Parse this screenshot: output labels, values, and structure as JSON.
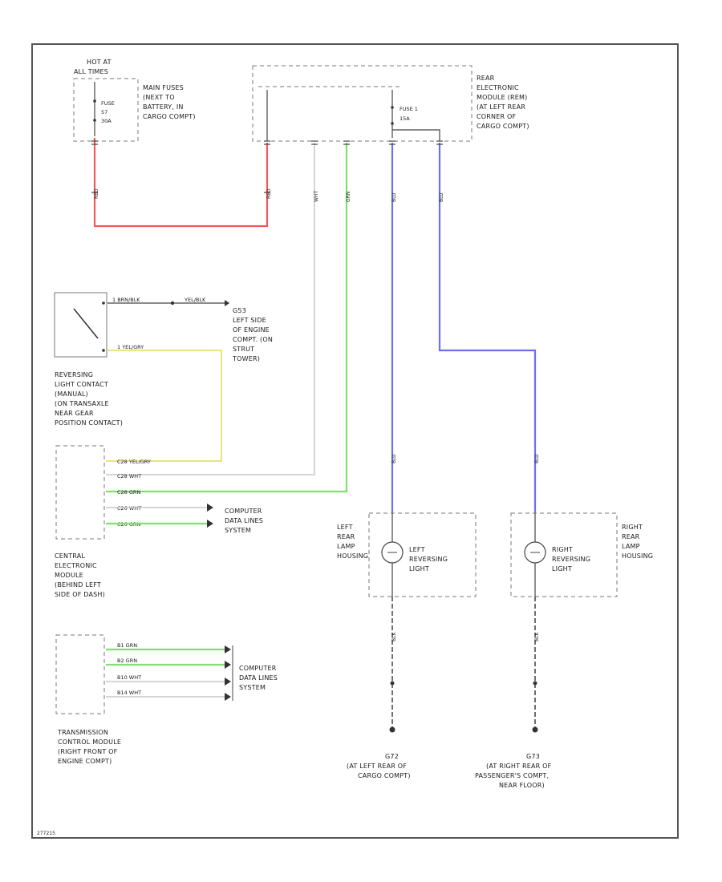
{
  "hot_at_all_times": [
    "HOT AT",
    "ALL TIMES"
  ],
  "fuse_box_main": [
    "MAIN FUSES",
    "(NEXT TO",
    "BATTERY, IN",
    "CARGO COMPT)"
  ],
  "fuse_box_main_fuse": [
    "FUSE",
    "57",
    "30A"
  ],
  "rem_module": [
    "REAR",
    "ELECTRONIC",
    "MODULE (REM)",
    "(AT LEFT REAR",
    "CORNER OF",
    "CARGO COMPT)"
  ],
  "rem_fuse": [
    "FUSE 1",
    "15A"
  ],
  "ground_g53": [
    "G53",
    "LEFT SIDE",
    "OF ENGINE",
    "COMPT. (ON",
    "STRUT",
    "TOWER)"
  ],
  "reversing_switch": [
    "REVERSING",
    "LIGHT CONTACT",
    "(MANUAL)",
    "(ON TRANSAXLE",
    "NEAR GEAR",
    "POSITION CONTACT)"
  ],
  "switch_wires": {
    "top": "1 BRN/BLK",
    "top2": "YEL/BLK",
    "bottom": "1 YEL/GRY"
  },
  "cem": [
    "CENTRAL",
    "ELECTRONIC",
    "MODULE",
    "(BEHIND LEFT",
    "SIDE OF DASH)"
  ],
  "cem_pins": [
    "C28  YEL/GRY",
    "C28  WHT",
    "C28  GRN",
    "C26  WHT",
    "C26  GRN"
  ],
  "computer_data_lines_1": [
    "COMPUTER",
    "DATA LINES",
    "SYSTEM"
  ],
  "tcm": [
    "TRANSMISSION",
    "CONTROL MODULE",
    "(RIGHT FRONT OF",
    "ENGINE COMPT)"
  ],
  "tcm_pins": [
    "B1   GRN",
    "B2   GRN",
    "B10  WHT",
    "B14  WHT"
  ],
  "computer_data_lines_2": [
    "COMPUTER",
    "DATA LINES",
    "SYSTEM"
  ],
  "left_housing": [
    "LEFT",
    "REAR",
    "LAMP",
    "HOUSING"
  ],
  "left_light": [
    "LEFT",
    "REVERSING",
    "LIGHT"
  ],
  "right_housing": [
    "RIGHT",
    "REAR",
    "LAMP",
    "HOUSING"
  ],
  "right_light": [
    "RIGHT",
    "REVERSING",
    "LIGHT"
  ],
  "ground_left": [
    "G72",
    "(AT LEFT REAR OF",
    "CARGO COMPT)"
  ],
  "ground_right": [
    "G73",
    "(AT RIGHT REAR OF",
    "PASSENGER'S COMPT,",
    "NEAR FLOOR)"
  ],
  "wire_codes": {
    "red_left": "RED",
    "red_right": "RED",
    "white": "WHT",
    "green": "GRN",
    "blue_left": "BLU",
    "blue_right": "BLU",
    "blk_left": "BLK",
    "blk_right": "BLK"
  },
  "footer_code": "277215",
  "colors": {
    "red": "#f05a5a",
    "green": "#7ee06e",
    "blue": "#6e6ef0",
    "yellow": "#e6e67a",
    "white": "#c8c8c8",
    "frame": "#555555"
  }
}
